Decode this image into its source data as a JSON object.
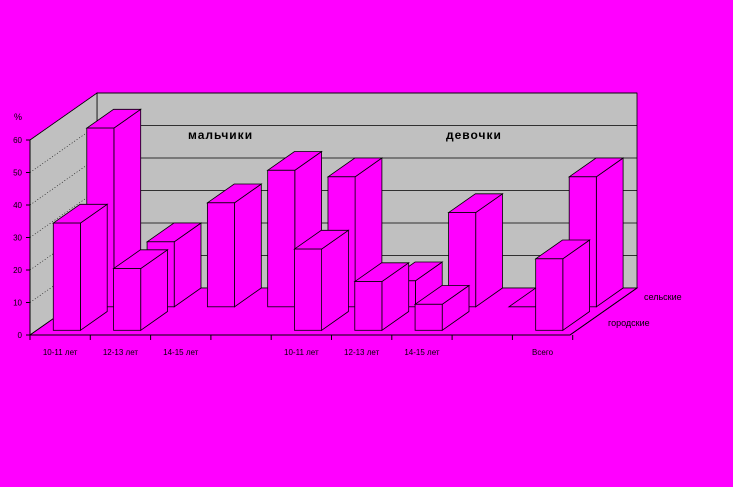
{
  "chart_data": {
    "type": "bar",
    "ylabel": "%",
    "ylim": [
      0,
      60
    ],
    "yticks": [
      0,
      10,
      20,
      30,
      40,
      50,
      60
    ],
    "grid": true,
    "legend": "right, along depth axis",
    "categories": [
      "10-11 лет",
      "12-13 лет",
      "14-15 лет",
      "",
      "10-11 лет",
      "12-13 лет",
      "14-15 лет",
      "",
      "Всего"
    ],
    "annotations": [
      "мальчики",
      "девочки"
    ],
    "series": [
      {
        "name": "городские",
        "values": [
          33,
          19,
          null,
          null,
          25,
          15,
          8,
          null,
          22
        ]
      },
      {
        "name": "сельские",
        "values": [
          55,
          20,
          32,
          42,
          40,
          8,
          29,
          0,
          40
        ]
      }
    ],
    "colors": {
      "background": "#ff00ff",
      "wall": "#c0c0c0",
      "floor": "#ff00ff",
      "bar_fill": "#ff00ff",
      "line": "#000000"
    }
  }
}
